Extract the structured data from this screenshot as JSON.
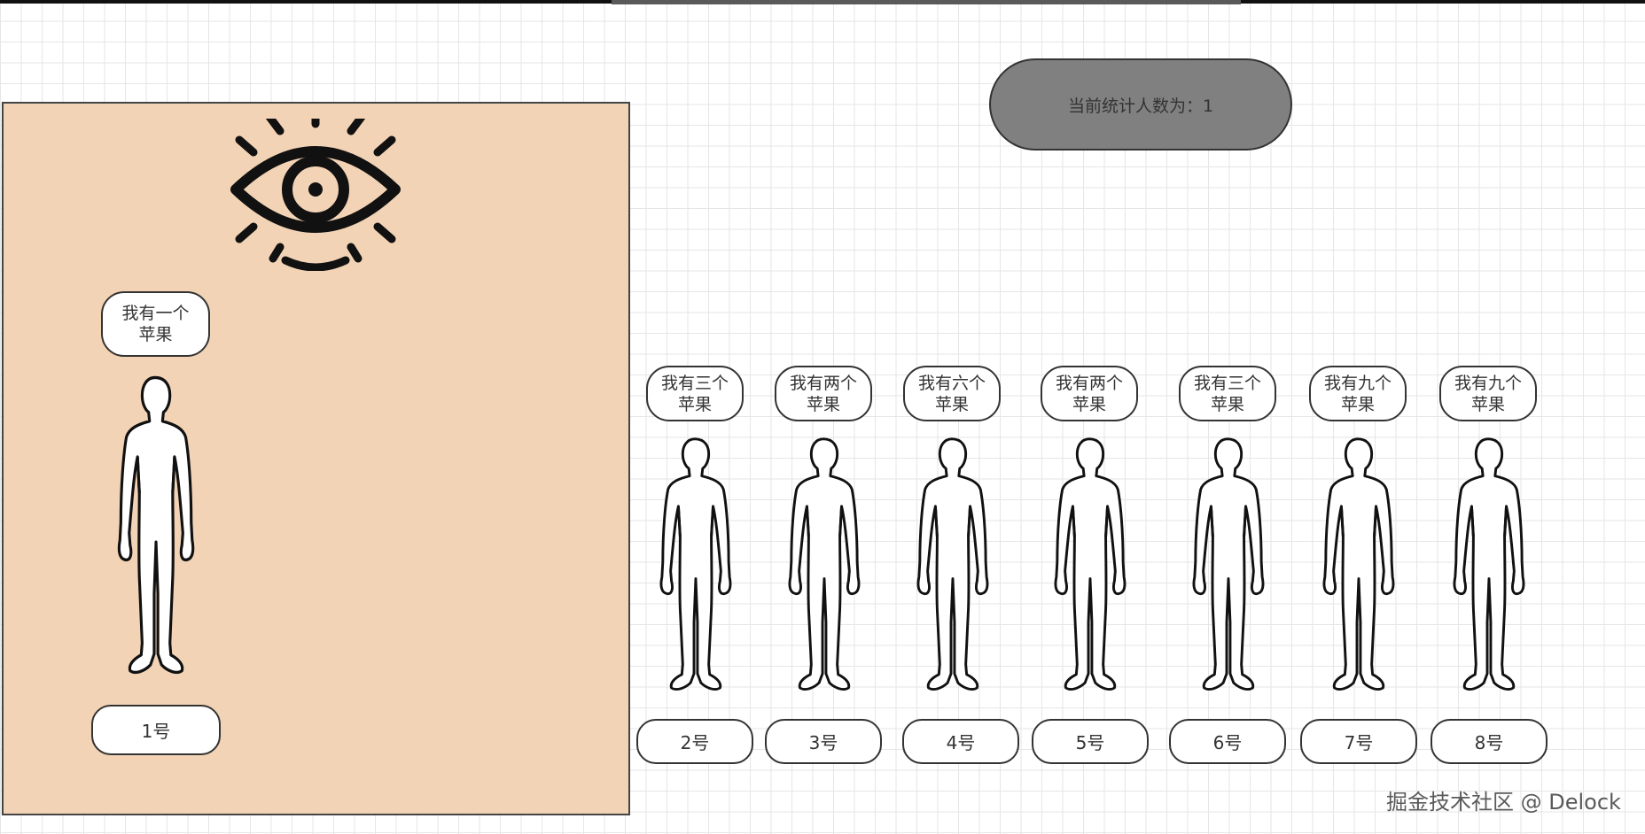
{
  "counter": {
    "text": "当前统计人数为：1"
  },
  "persons": [
    {
      "id": "1",
      "label": "1号",
      "speech": "我有一个苹果",
      "highlighted": true
    },
    {
      "id": "2",
      "label": "2号",
      "speech": "我有三个苹果"
    },
    {
      "id": "3",
      "label": "3号",
      "speech": "我有两个苹果"
    },
    {
      "id": "4",
      "label": "4号",
      "speech": "我有六个苹果"
    },
    {
      "id": "5",
      "label": "5号",
      "speech": "我有两个苹果"
    },
    {
      "id": "6",
      "label": "6号",
      "speech": "我有三个苹果"
    },
    {
      "id": "7",
      "label": "7号",
      "speech": "我有九个苹果"
    },
    {
      "id": "8",
      "label": "8号",
      "speech": "我有九个苹果"
    }
  ],
  "watermark": "掘金技术社区 @ Delock",
  "colors": {
    "highlight_area": "#f3d3b5",
    "counter_fill": "#808080",
    "grid_line": "#e6e6e6",
    "stroke": "#333333"
  },
  "icons": {
    "observer": "eye-icon",
    "person": "person-icon"
  }
}
